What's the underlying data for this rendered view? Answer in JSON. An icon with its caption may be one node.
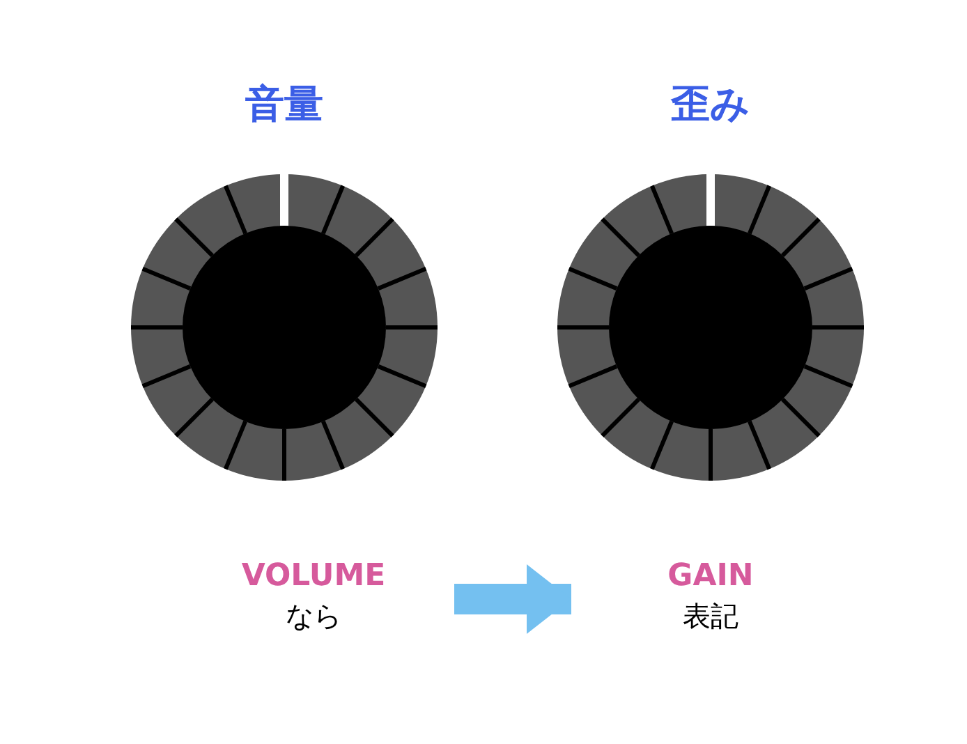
{
  "diagram": {
    "nodes": [
      {
        "text": [
          "音量"
        ]
      },
      {
        "text": [
          "歪み"
        ]
      },
      {
        "text": [
          "VOLUME",
          "なら"
        ]
      },
      {
        "text": [
          "GAIN",
          "表記"
        ]
      }
    ],
    "edges": [
      {
        "from": 2,
        "to": 3,
        "arrow": "to"
      }
    ]
  }
}
